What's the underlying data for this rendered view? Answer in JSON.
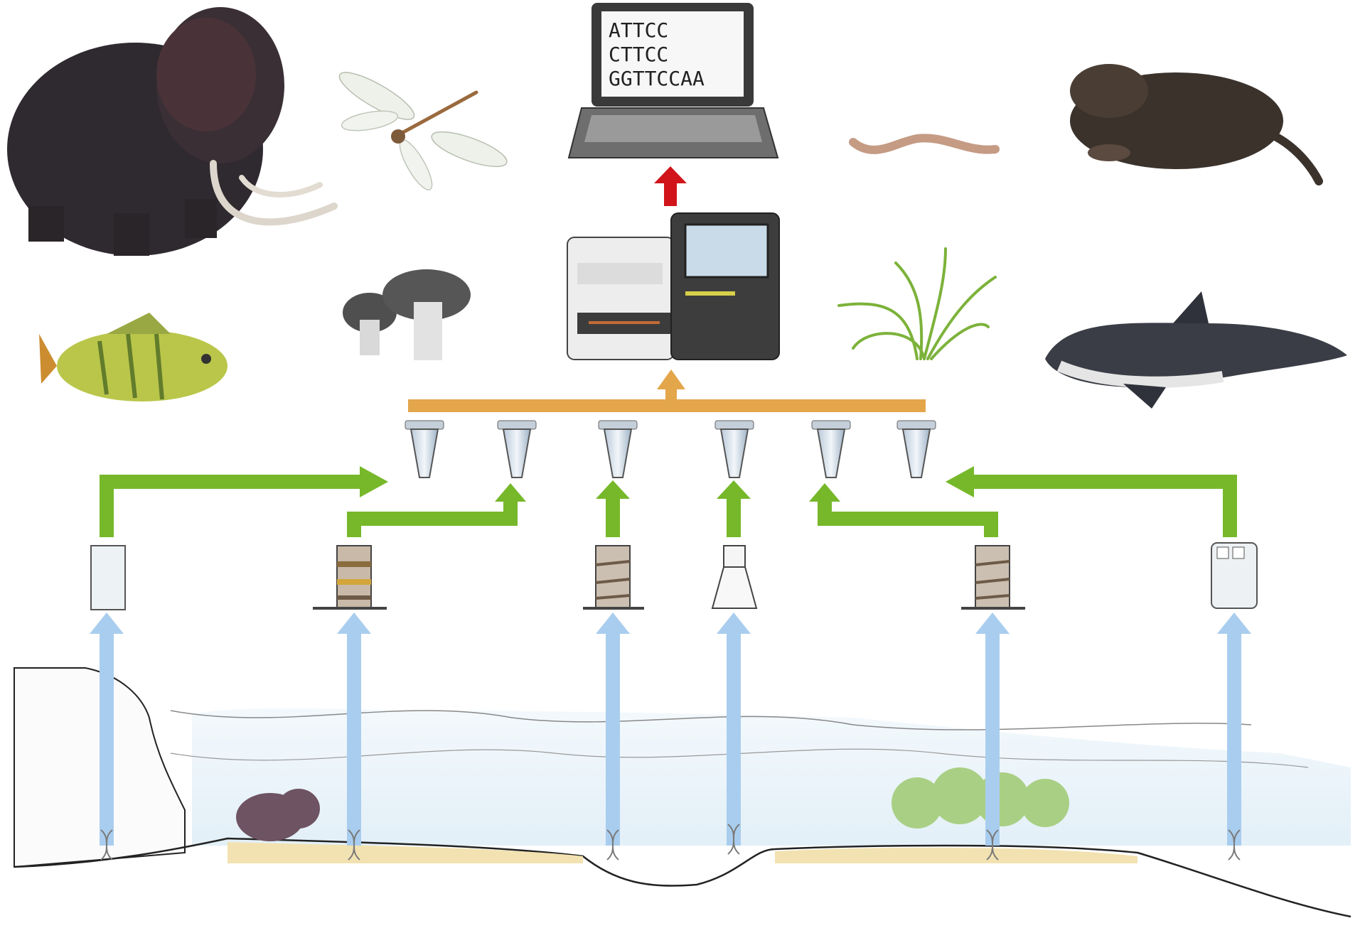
{
  "screen": {
    "lines": [
      "ATTCC",
      "CTTCC",
      "GGTTCCAA"
    ]
  },
  "organisms": [
    {
      "name": "woolly mammoth",
      "icon": "mammoth-icon"
    },
    {
      "name": "dragonfly",
      "icon": "dragonfly-icon"
    },
    {
      "name": "earthworm",
      "icon": "worm-icon"
    },
    {
      "name": "mole",
      "icon": "mole-icon"
    },
    {
      "name": "perch",
      "icon": "fish-icon"
    },
    {
      "name": "mushrooms",
      "icon": "mushroom-icon"
    },
    {
      "name": "grass",
      "icon": "grass-icon"
    },
    {
      "name": "porpoise",
      "icon": "porpoise-icon"
    }
  ],
  "samples": [
    {
      "type": "ice-core",
      "icon": "ice-core-icon"
    },
    {
      "type": "lake-sediment-core",
      "icon": "sediment-core-icon"
    },
    {
      "type": "soil-core",
      "icon": "soil-core-icon"
    },
    {
      "type": "water-flask",
      "icon": "flask-icon"
    },
    {
      "type": "soil-core",
      "icon": "soil-core-icon"
    },
    {
      "type": "seawater-bottle",
      "icon": "bottle-icon"
    }
  ],
  "colors": {
    "sequencing_flow": "#e3a64b",
    "result_arrow": "#d0141a",
    "extraction_arrows": "#76b82a",
    "sampling_arrows": "#a9cdee"
  }
}
